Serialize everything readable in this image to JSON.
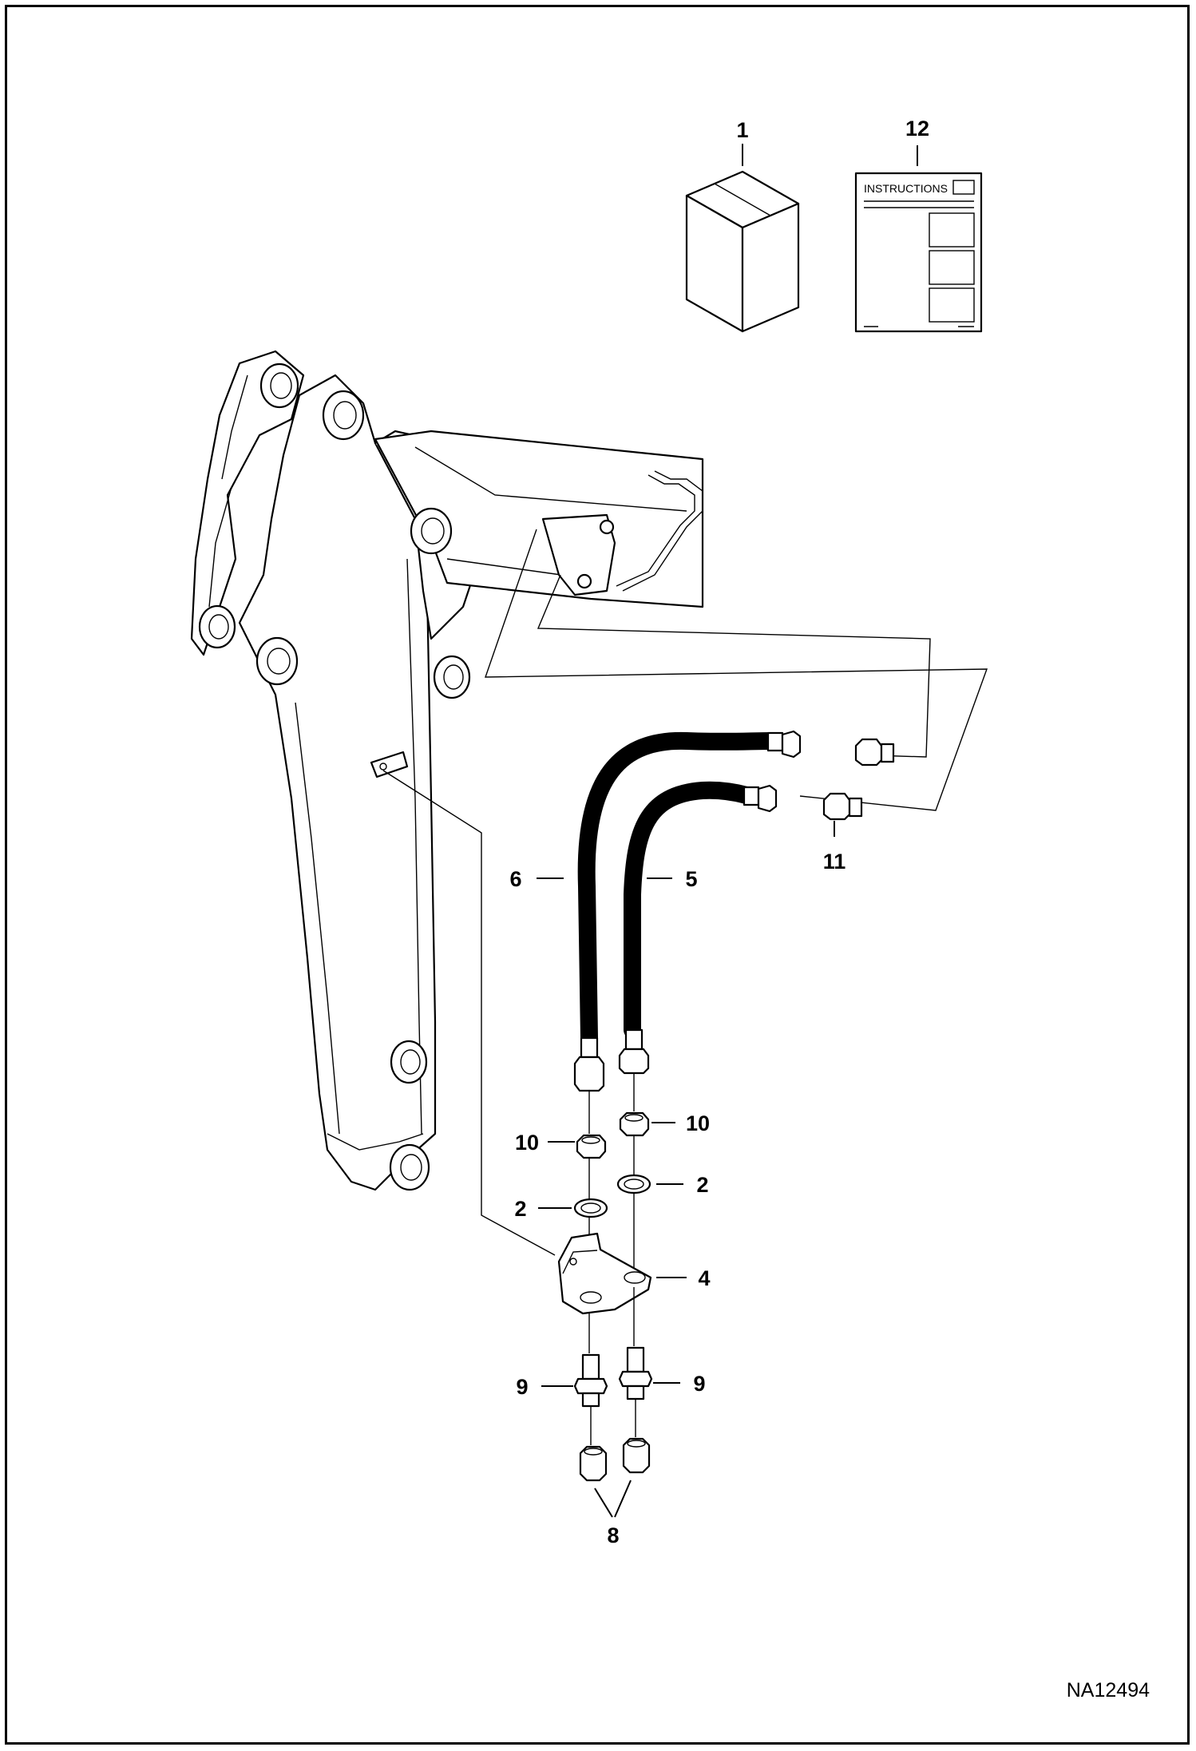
{
  "document_code": "NA12494",
  "instructions_text": "INSTRUCTIONS",
  "callouts": {
    "c1": "1",
    "c12": "12",
    "c11": "11",
    "c6": "6",
    "c5": "5",
    "c10a": "10",
    "c10b": "10",
    "c2a": "2",
    "c2b": "2",
    "c4": "4",
    "c9a": "9",
    "c9b": "9",
    "c8": "8"
  }
}
